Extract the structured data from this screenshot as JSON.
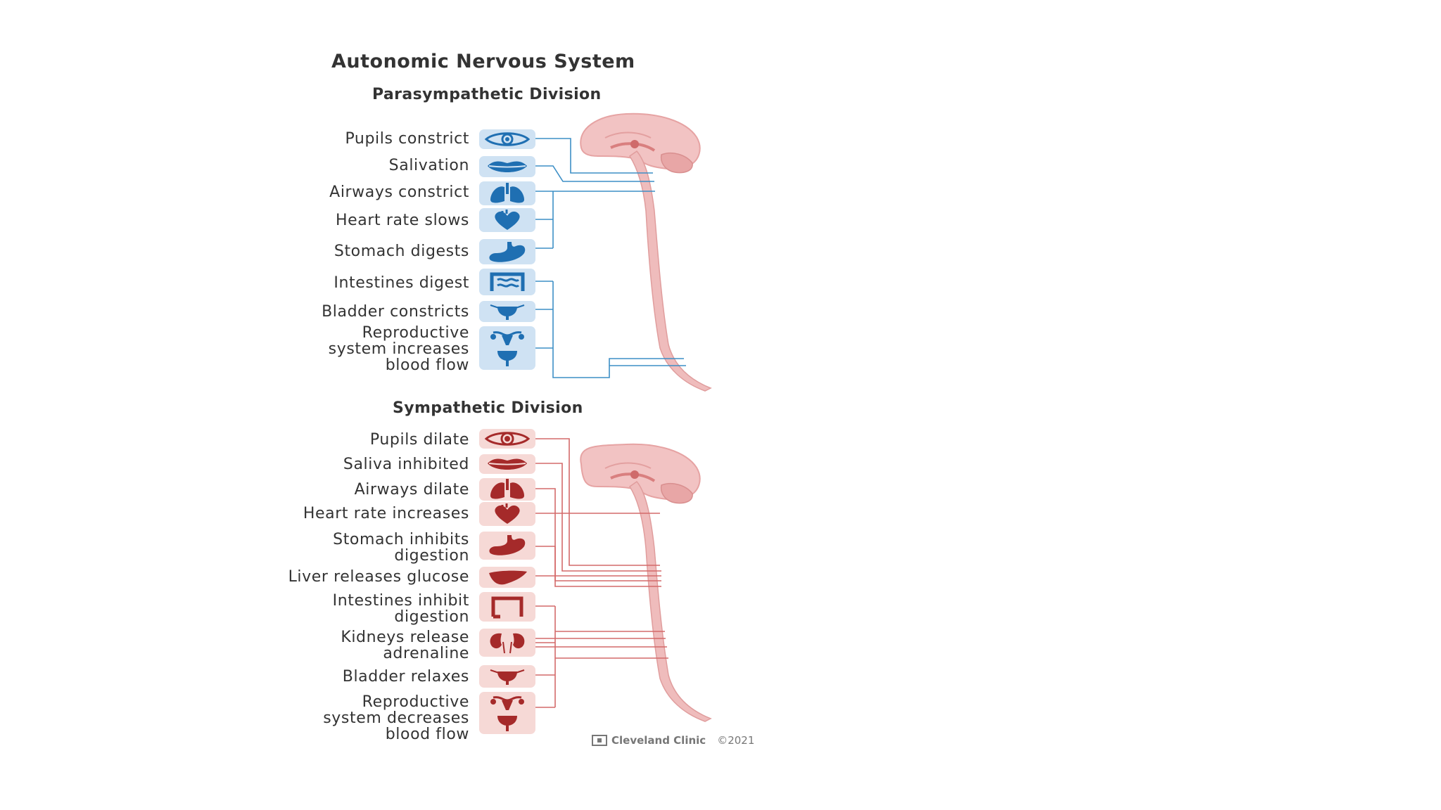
{
  "title": "Autonomic Nervous System",
  "parasympathetic": {
    "heading": "Parasympathetic Division",
    "items": [
      {
        "label": "Pupils constrict",
        "icon": "eye-icon"
      },
      {
        "label": "Salivation",
        "icon": "lips-icon"
      },
      {
        "label": "Airways constrict",
        "icon": "lungs-icon"
      },
      {
        "label": "Heart rate slows",
        "icon": "heart-icon"
      },
      {
        "label": "Stomach digests",
        "icon": "stomach-icon"
      },
      {
        "label": "Intestines digest",
        "icon": "intestines-icon"
      },
      {
        "label": "Bladder constricts",
        "icon": "bladder-icon"
      },
      {
        "label": "Reproductive\nsystem increases\nblood flow",
        "icon": "reproductive-icon"
      }
    ]
  },
  "sympathetic": {
    "heading": "Sympathetic Division",
    "items": [
      {
        "label": "Pupils dilate",
        "icon": "eye-icon"
      },
      {
        "label": "Saliva inhibited",
        "icon": "lips-icon"
      },
      {
        "label": "Airways dilate",
        "icon": "lungs-icon"
      },
      {
        "label": "Heart rate increases",
        "icon": "heart-icon"
      },
      {
        "label": "Stomach inhibits\ndigestion",
        "icon": "stomach-icon"
      },
      {
        "label": "Liver releases glucose",
        "icon": "liver-icon"
      },
      {
        "label": "Intestines inhibit\ndigestion",
        "icon": "intestines-icon"
      },
      {
        "label": "Kidneys release\nadrenaline",
        "icon": "kidneys-icon"
      },
      {
        "label": "Bladder relaxes",
        "icon": "bladder-icon"
      },
      {
        "label": "Reproductive\nsystem decreases\nblood flow",
        "icon": "reproductive-icon"
      }
    ]
  },
  "footer": {
    "brand": "Cleveland Clinic",
    "copyright": "©2021"
  },
  "colors": {
    "para_icon": "#1f6fb2",
    "para_box": "#cfe2f3",
    "para_line": "#3d8fc6",
    "symp_icon": "#a52a2a",
    "symp_box": "#f6d9d6",
    "symp_line": "#d46a6a",
    "brain": "#f2c3c3",
    "spine": "#efbcbc"
  }
}
